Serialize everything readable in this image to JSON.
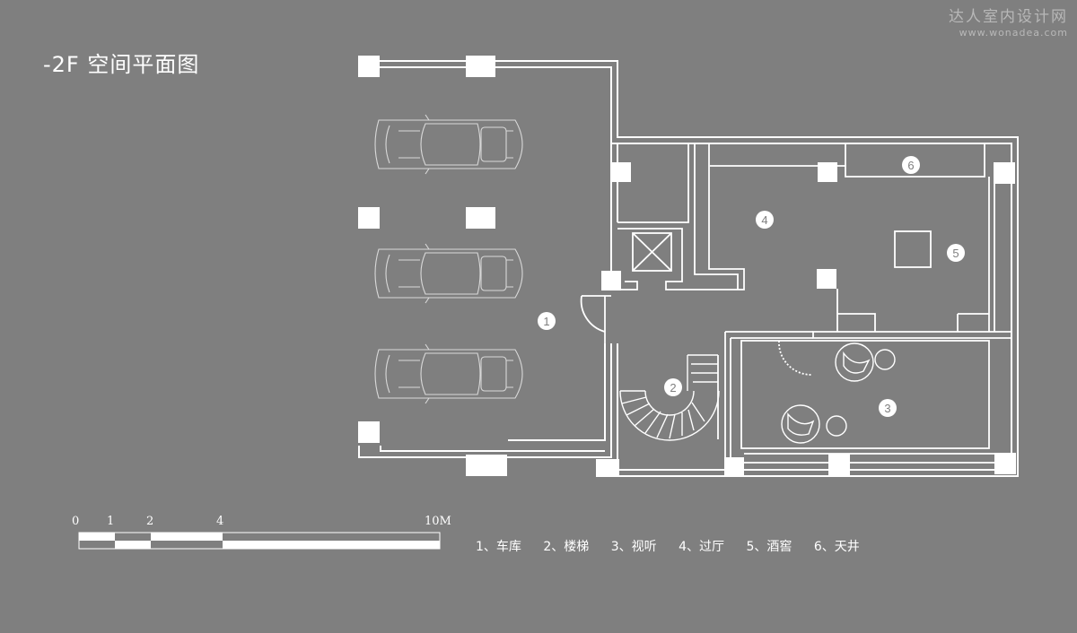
{
  "title": "-2F 空间平面图",
  "watermark": {
    "name": "达人室内设计网",
    "url": "www.wonadea.com"
  },
  "room_markers": [
    "1",
    "2",
    "3",
    "4",
    "5",
    "6"
  ],
  "legend": [
    "1、车库",
    "2、楼梯",
    "3、视听",
    "4、过厅",
    "5、酒窖",
    "6、天井"
  ],
  "scale_bar": {
    "ticks": [
      "0",
      "1",
      "2",
      "4",
      "10M"
    ]
  },
  "colors": {
    "background": "#7f7f7f",
    "lines": "#ffffff",
    "watermark": "#b8b8b8"
  }
}
